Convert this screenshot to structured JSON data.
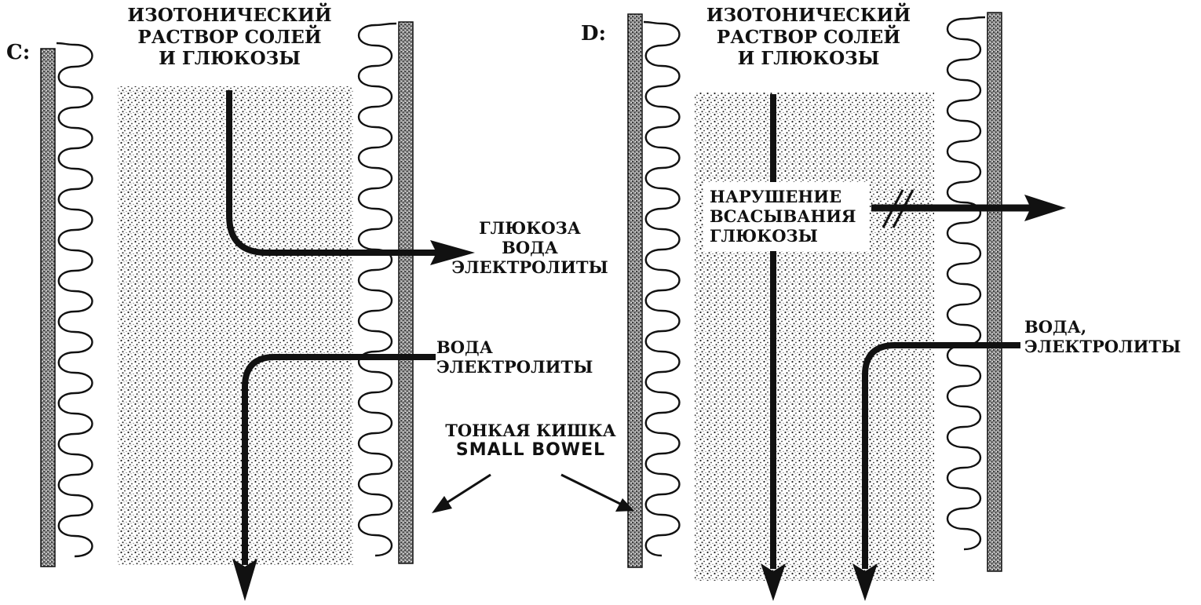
{
  "panel_c": {
    "letter": "C:",
    "title_lines": [
      "ИЗОТОНИЧЕСКИЙ",
      "РАСТВОР СОЛЕЙ",
      "И ГЛЮКОЗЫ"
    ],
    "upper_arrow_lines": [
      "ГЛЮКОЗА",
      "ВОДА",
      "ЭЛЕКТРОЛИТЫ"
    ],
    "lower_arrow_lines": [
      "ВОДА",
      "ЭЛЕКТРОЛИТЫ"
    ]
  },
  "panel_d": {
    "letter": "D:",
    "title_lines": [
      "ИЗОТОНИЧЕСКИЙ",
      "РАСТВОР СОЛЕЙ",
      "И ГЛЮКОЗЫ"
    ],
    "blocked_lines": [
      "НАРУШЕНИЕ",
      "ВСАСЫВАНИЯ",
      "ГЛЮКОЗЫ"
    ],
    "side_arrow_lines": [
      "ВОДА,",
      "ЭЛЕКТРОЛИТЫ"
    ]
  },
  "shared": {
    "bowel_label_ru": "ТОНКАЯ КИШКА",
    "bowel_label_en": "SMALL BOWEL"
  },
  "colors": {
    "ink": "#111111",
    "wall": "#555555",
    "lumen": "#c9c9c9"
  }
}
